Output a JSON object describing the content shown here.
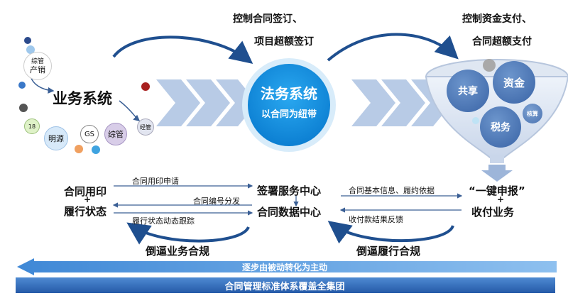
{
  "left_system": {
    "title": "业务系统",
    "bubbles": {
      "zongguan_chanxiao_top": "综管",
      "chanxiao": "产销",
      "jingguan": "经管",
      "num18": "18",
      "mingyuan": "明源",
      "gs": "GS",
      "zongguan": "综管"
    }
  },
  "center_system": {
    "title": "法务系统",
    "subtitle": "以合同为纽带"
  },
  "top_labels": {
    "left_line1": "控制合同签订、",
    "left_line2": "项目超额签订",
    "right_line1": "控制资金支付、",
    "right_line2": "合同超额支付"
  },
  "funnel": {
    "gongxiang": "共享",
    "zijin": "资金",
    "shuiwu": "税务",
    "hesuan": "核算"
  },
  "flow": {
    "left_box_line1": "合同用印",
    "left_box_plus": "+",
    "left_box_line2": "履行状态",
    "center_top": "签署服务中心",
    "center_bottom": "合同数据中心",
    "right_top": "“一键申报”",
    "right_plus": "+",
    "right_bottom": "收付业务",
    "arrow_seal_request": "合同用印申请",
    "arrow_contract_number": "合同编号分发",
    "arrow_status_tracking": "履行状态动态跟踪",
    "arrow_basic_info": "合同基本信息、履约依据",
    "arrow_payment_feedback": "收付款结果反馈",
    "force_business": "倒逼业务合规",
    "force_performance": "倒逼履行合规"
  },
  "banners": {
    "passive_to_active": "逐步由被动转化为主动",
    "coverage": "合同管理标准体系覆盖全集团"
  },
  "colors": {
    "primary_blue": "#1a8fe0",
    "sphere_blue": "#4a78b8",
    "light_blue_chevron": "#b8cbe6",
    "banner_light": "#6aa8e6",
    "banner_dark": "#2f6bb8"
  }
}
